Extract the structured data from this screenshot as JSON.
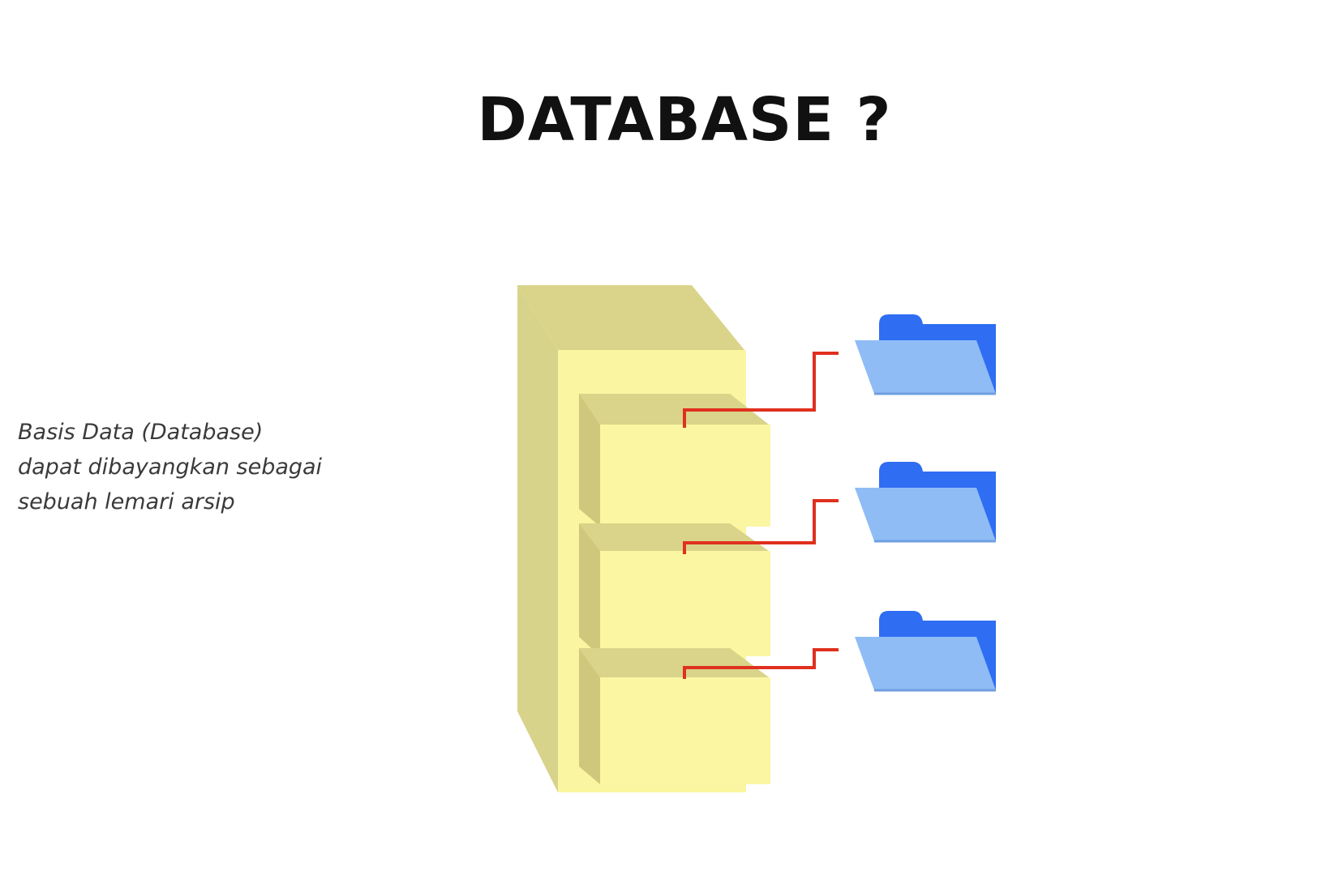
{
  "slide": {
    "title": "DATABASE ?",
    "caption_lines": [
      "Basis Data (Database)",
      "dapat dibayangkan sebagai",
      "sebuah lemari arsip"
    ]
  },
  "diagram": {
    "cabinet": {
      "icon": "filing-cabinet-icon",
      "drawer_count": 3
    },
    "folders": [
      {
        "icon": "folder-icon"
      },
      {
        "icon": "folder-icon"
      },
      {
        "icon": "folder-icon"
      }
    ],
    "colors": {
      "cabinet_front": "#faf5a0",
      "cabinet_side": "#d8d38a",
      "cabinet_top": "#d9d489",
      "connector": "#e0301e",
      "folder_back": "#2f6df2",
      "folder_front": "#8fbcf5"
    }
  }
}
